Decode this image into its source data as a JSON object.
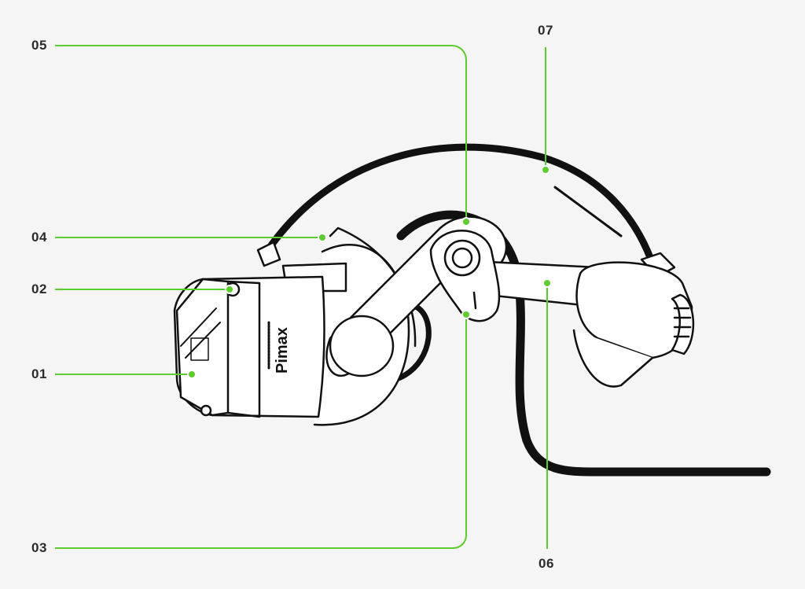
{
  "colors": {
    "background": "#f5f5f5",
    "callout_line": "#5ccc2e",
    "outline": "#111111",
    "fill": "#ffffff"
  },
  "brand": {
    "logo_text": "Pimax"
  },
  "callouts": [
    {
      "id": "01",
      "label": "01"
    },
    {
      "id": "02",
      "label": "02"
    },
    {
      "id": "03",
      "label": "03"
    },
    {
      "id": "04",
      "label": "04"
    },
    {
      "id": "05",
      "label": "05"
    },
    {
      "id": "06",
      "label": "06"
    },
    {
      "id": "07",
      "label": "07"
    }
  ]
}
